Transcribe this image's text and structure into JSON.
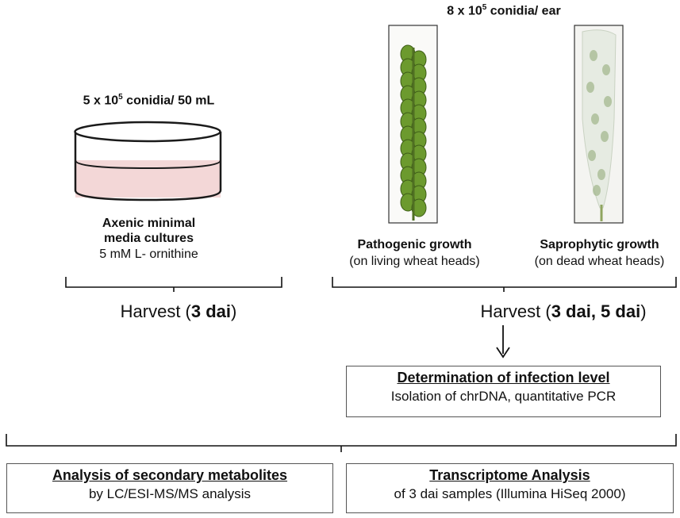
{
  "axenic": {
    "concentration": {
      "base": "5 x 10",
      "exp": "5",
      "unit": " conidia/ 50 mL"
    },
    "title_line1": "Axenic minimal",
    "title_line2": "media cultures",
    "subtitle": "5 mM L- ornithine",
    "harvest": {
      "prefix": "Harvest (",
      "bold": "3 dai",
      "suffix": ")"
    }
  },
  "plant": {
    "concentration": {
      "base": "8 x 10",
      "exp": "5",
      "unit": " conidia/ ear"
    },
    "pathogenic": {
      "title": "Pathogenic growth",
      "subtitle": "(on living wheat heads)"
    },
    "saprophytic": {
      "title": "Saprophytic growth",
      "subtitle": "(on dead wheat heads)"
    },
    "harvest": {
      "prefix": "Harvest (",
      "bold": "3 dai, 5 dai",
      "suffix": ")"
    }
  },
  "infection_box": {
    "title": "Determination of infection level",
    "subtitle": "Isolation of chrDNA, quantitative PCR"
  },
  "metabolites_box": {
    "title": "Analysis of secondary metabolites",
    "subtitle": "by LC/ESI-MS/MS analysis"
  },
  "transcriptome_box": {
    "title": "Transcriptome Analysis",
    "subtitle": "of 3 dai samples (Illumina HiSeq  2000)"
  },
  "colors": {
    "medium": "#f3d7d7",
    "dish_outline": "#1a1a1a",
    "spike_green": "#6c9a2e",
    "dead_head": "#eef0ea"
  }
}
